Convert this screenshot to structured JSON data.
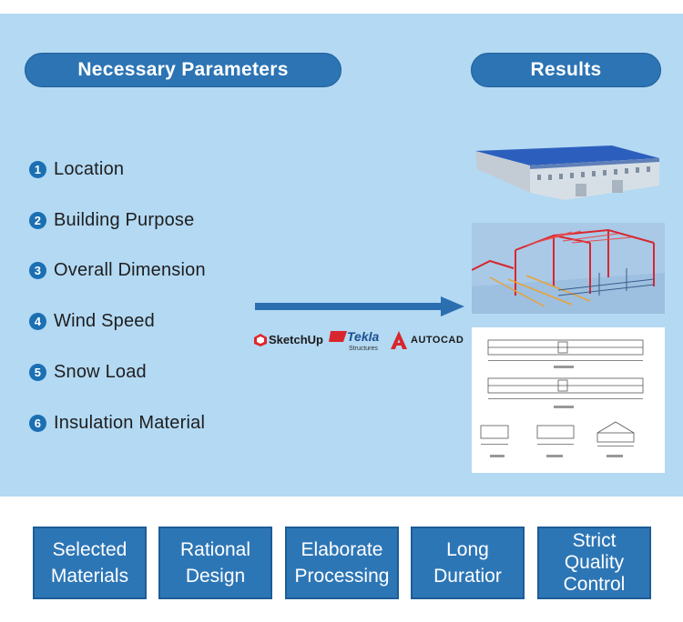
{
  "header": {
    "params_label": "Necessary Parameters",
    "results_label": "Results"
  },
  "parameters": [
    {
      "num": "1",
      "label": "Location"
    },
    {
      "num": "2",
      "label": "Building Purpose"
    },
    {
      "num": "3",
      "label": "Overall Dimension"
    },
    {
      "num": "4",
      "label": "Wind Speed"
    },
    {
      "num": "5",
      "label": "Snow Load"
    },
    {
      "num": "6",
      "label": "Insulation Material"
    }
  ],
  "software": {
    "sketchup": "SketchUp",
    "tekla": "Tekla",
    "tekla_sub": "Structures",
    "autocad": "AUTOCAD"
  },
  "features": [
    {
      "line1": "Selected",
      "line2": "Materials"
    },
    {
      "line1": "Rational",
      "line2": "Design"
    },
    {
      "line1": "Elaborate",
      "line2": "Processing"
    },
    {
      "line1": "Long",
      "line2": "Duratior"
    },
    {
      "line1": "Strict",
      "line2": "Quality",
      "line3": "Control"
    }
  ],
  "colors": {
    "panel_bg": "#b3d9f3",
    "accent_blue": "#2c74b4",
    "steel_red": "#d8262e"
  }
}
